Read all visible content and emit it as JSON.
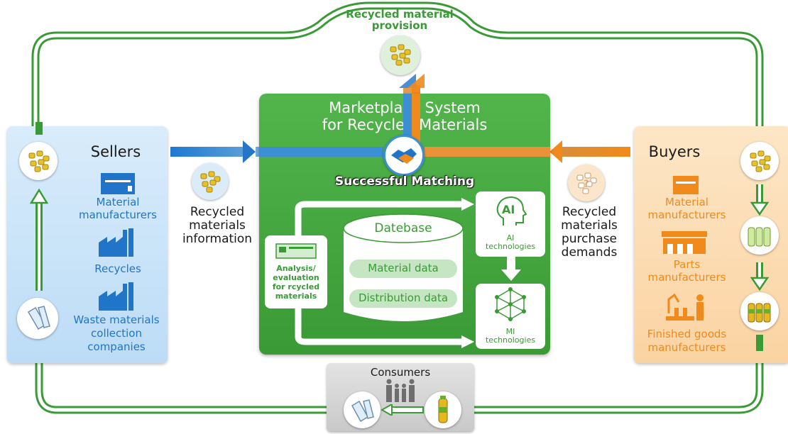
{
  "top": {
    "provision_label": "Recycled material\nprovision"
  },
  "sellers": {
    "title": "Sellers",
    "items": [
      {
        "label": "Material\nmanufacturers"
      },
      {
        "label": "Recycles"
      },
      {
        "label": "Waste materials\ncollection\ncompanies"
      }
    ]
  },
  "left_flow": {
    "label": "Recycled\nmaterials\ninformation"
  },
  "market": {
    "title": "Marketplace System\nfor Recycled Materials",
    "matching": "Successful Matching",
    "analysis": "Analysis/\nevaluation\nfor rcycled\nmaterials",
    "database": {
      "title": "Datebase",
      "rows": [
        "Material data",
        "Distribution data"
      ]
    },
    "ai": {
      "badge": "AI",
      "label": "AI\ntechnologies"
    },
    "mi": {
      "label": "MI\ntechnologies"
    }
  },
  "right_flow": {
    "label": "Recycled\nmaterials\npurchase\ndemands"
  },
  "buyers": {
    "title": "Buyers",
    "items": [
      {
        "label": "Material\nmanufacturers"
      },
      {
        "label": "Parts\nmanufacturers"
      },
      {
        "label": "Finished goods\nmanufacturers"
      }
    ]
  },
  "consumers": {
    "title": "Consumers"
  },
  "colors": {
    "green": "#3a9a36",
    "blue": "#2075c8",
    "orange": "#f08a1c",
    "sellers_bg": "#cfe6f9",
    "buyers_bg": "#fcddb5"
  }
}
